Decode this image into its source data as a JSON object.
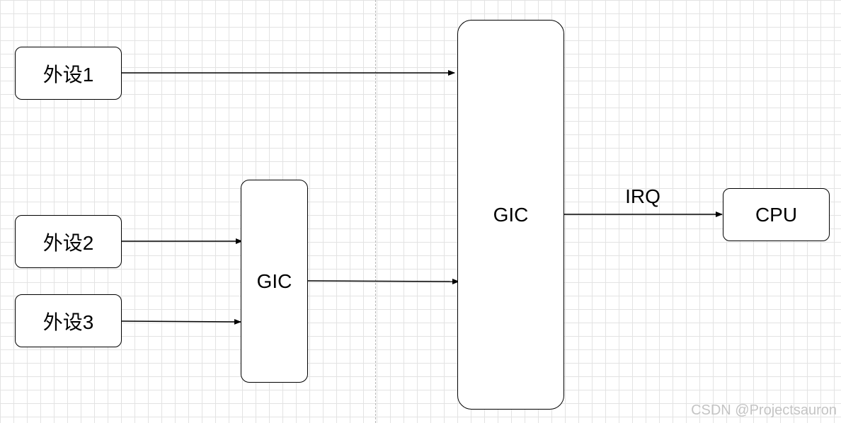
{
  "nodes": {
    "periph1": "外设1",
    "periph2": "外设2",
    "periph3": "外设3",
    "gic_secondary": "GIC",
    "gic_primary": "GIC",
    "cpu": "CPU"
  },
  "edges": [
    {
      "from": "periph1",
      "to": "gic_primary"
    },
    {
      "from": "periph2",
      "to": "gic_secondary"
    },
    {
      "from": "periph3",
      "to": "gic_secondary"
    },
    {
      "from": "gic_secondary",
      "to": "gic_primary"
    },
    {
      "from": "gic_primary",
      "to": "cpu",
      "label": "IRQ"
    }
  ],
  "watermark": "CSDN @Projectsauron"
}
